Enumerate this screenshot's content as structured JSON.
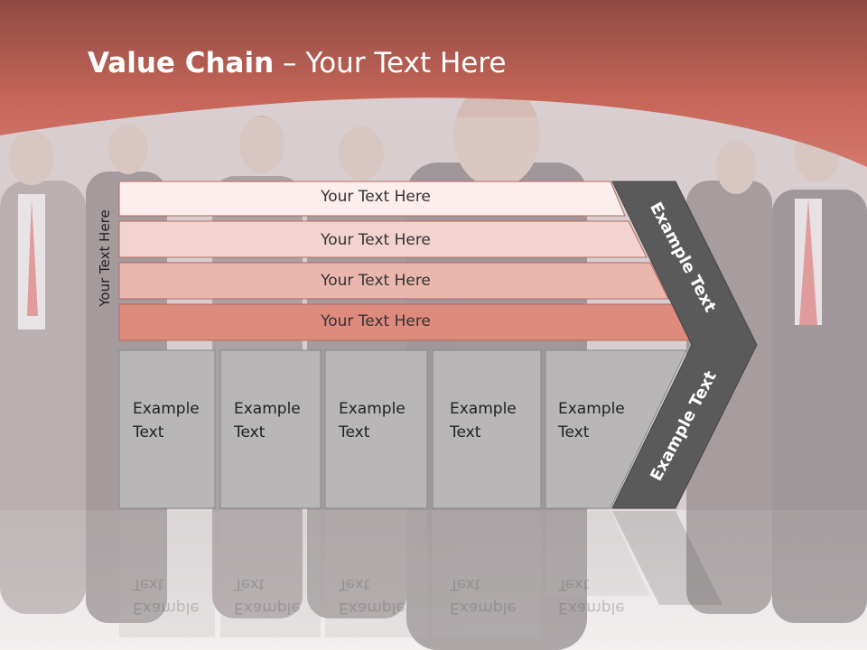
{
  "slide": {
    "title_bold": "Value Chain",
    "title_rest": " – Your Text Here",
    "side_label": "Your Text Here",
    "rows": [
      {
        "label": "Your Text Here",
        "fill": "#fbeeed"
      },
      {
        "label": "Your Text Here",
        "fill": "#f3d3cf"
      },
      {
        "label": "Your Text Here",
        "fill": "#eab6ae"
      },
      {
        "label": "Your Text Here",
        "fill": "#de8a7d"
      }
    ],
    "boxes": [
      {
        "line1": "Example",
        "line2": "Text"
      },
      {
        "line1": "Example",
        "line2": "Text"
      },
      {
        "line1": "Example",
        "line2": "Text"
      },
      {
        "line1": "Example",
        "line2": "Text"
      },
      {
        "line1": "Example",
        "line2": "Text"
      }
    ],
    "chevron_top_label": "Example Text",
    "chevron_bottom_label": "Example Text",
    "colors": {
      "header": "#c2655a",
      "chevron": "#5a5a5a",
      "box": "#b8b6b6"
    }
  }
}
